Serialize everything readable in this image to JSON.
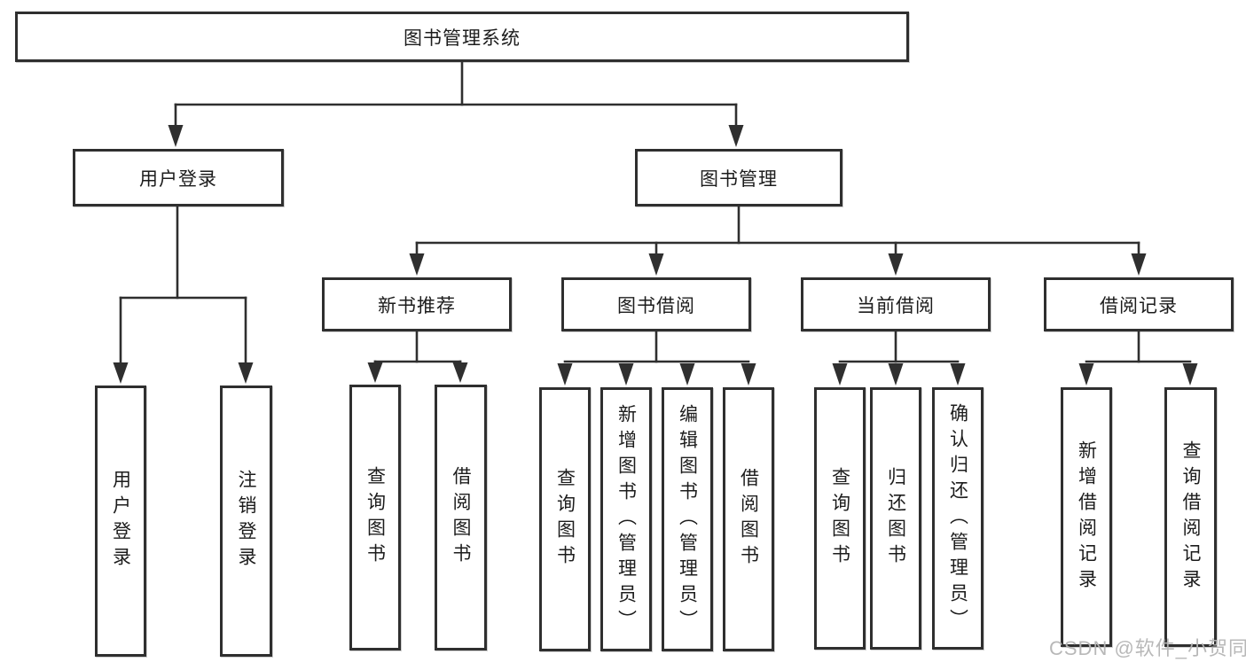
{
  "d": {
    "root": "图书管理系统",
    "branches": [
      {
        "label": "用户登录",
        "children": [
          {
            "label": "用户登录"
          },
          {
            "label": "注销登录"
          }
        ]
      },
      {
        "label": "图书管理",
        "children": [
          {
            "label": "新书推荐",
            "children": [
              {
                "label": "查询图书"
              },
              {
                "label": "借阅图书"
              }
            ]
          },
          {
            "label": "图书借阅",
            "children": [
              {
                "label": "查询图书"
              },
              {
                "label": "新增图书（管理员）"
              },
              {
                "label": "编辑图书（管理员）"
              },
              {
                "label": "借阅图书"
              }
            ]
          },
          {
            "label": "当前借阅",
            "children": [
              {
                "label": "查询图书"
              },
              {
                "label": "归还图书"
              },
              {
                "label": "确认归还（管理员）"
              }
            ]
          },
          {
            "label": "借阅记录",
            "children": [
              {
                "label": "新增借阅记录"
              },
              {
                "label": "查询借阅记录"
              }
            ]
          }
        ]
      }
    ]
  },
  "watermark": "CSDN @软件_小贺同学",
  "colors": {
    "line": "#2f2f2f",
    "box_border": "#2f2f2f",
    "box_bg": "#ffffff",
    "text": "#1c1c1c",
    "watermark": "#b5b5b5",
    "canvas_bg": "#ffffff"
  }
}
